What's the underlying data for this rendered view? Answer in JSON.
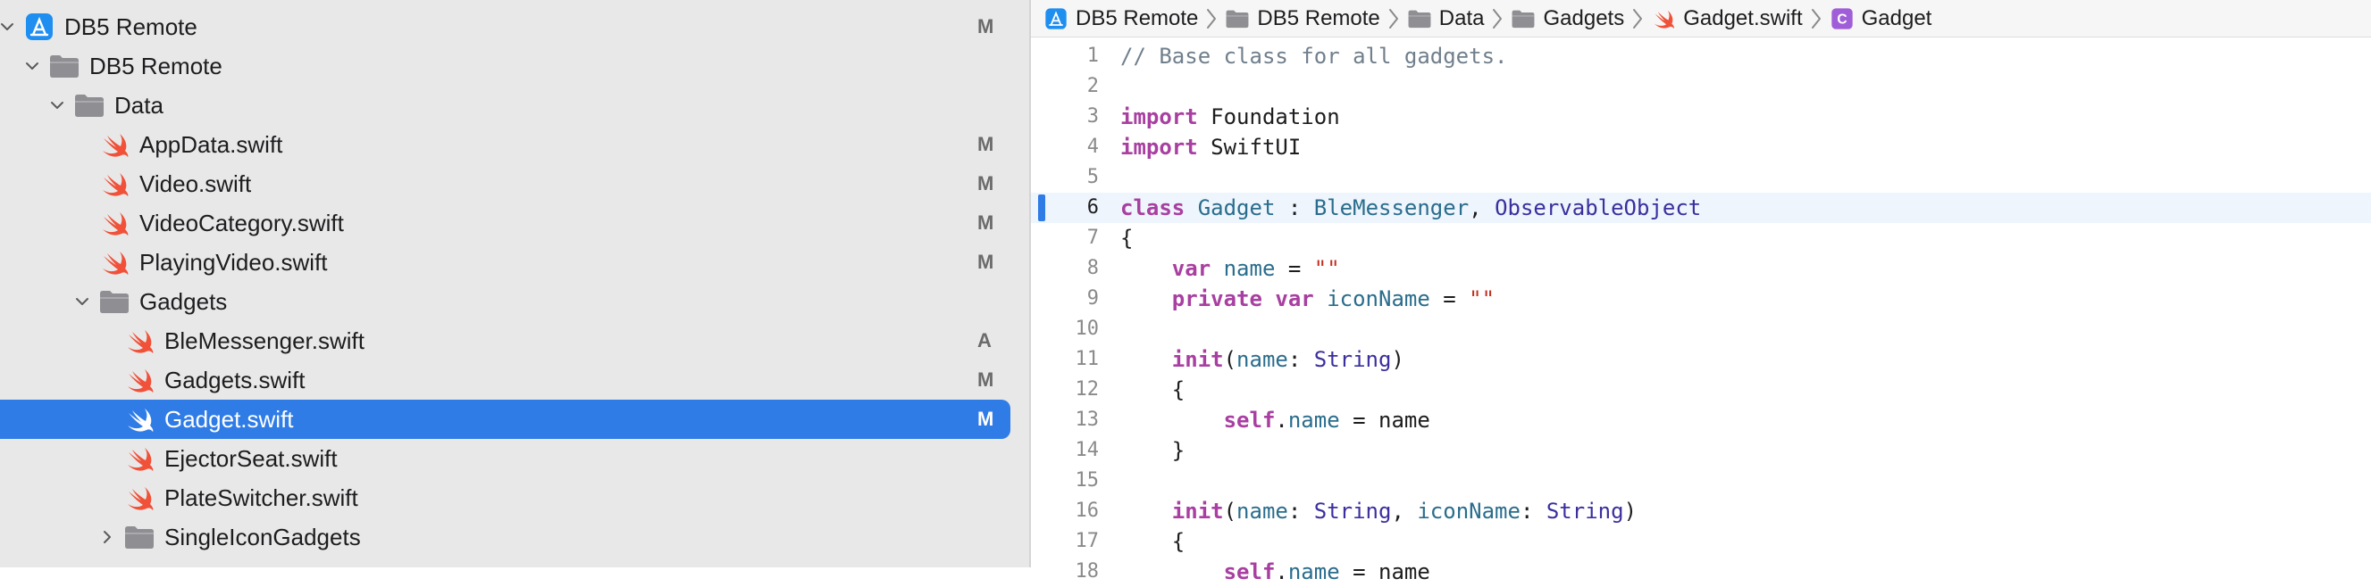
{
  "navigator": {
    "rows": [
      {
        "label": "DB5 Remote",
        "icon": "app-icon",
        "indent": 0,
        "chevron": "down",
        "status": "M",
        "selected": false
      },
      {
        "label": "DB5 Remote",
        "icon": "folder-icon",
        "indent": 1,
        "chevron": "down",
        "status": "",
        "selected": false
      },
      {
        "label": "Data",
        "icon": "folder-icon",
        "indent": 2,
        "chevron": "down",
        "status": "",
        "selected": false
      },
      {
        "label": "AppData.swift",
        "icon": "swift-file-icon",
        "indent": 3,
        "chevron": "none",
        "status": "M",
        "selected": false
      },
      {
        "label": "Video.swift",
        "icon": "swift-file-icon",
        "indent": 3,
        "chevron": "none",
        "status": "M",
        "selected": false
      },
      {
        "label": "VideoCategory.swift",
        "icon": "swift-file-icon",
        "indent": 3,
        "chevron": "none",
        "status": "M",
        "selected": false
      },
      {
        "label": "PlayingVideo.swift",
        "icon": "swift-file-icon",
        "indent": 3,
        "chevron": "none",
        "status": "M",
        "selected": false
      },
      {
        "label": "Gadgets",
        "icon": "folder-icon",
        "indent": 3,
        "chevron": "down",
        "status": "",
        "selected": false
      },
      {
        "label": "BleMessenger.swift",
        "icon": "swift-file-icon",
        "indent": 4,
        "chevron": "none",
        "status": "A",
        "selected": false
      },
      {
        "label": "Gadgets.swift",
        "icon": "swift-file-icon",
        "indent": 4,
        "chevron": "none",
        "status": "M",
        "selected": false
      },
      {
        "label": "Gadget.swift",
        "icon": "swift-file-icon",
        "indent": 4,
        "chevron": "none",
        "status": "M",
        "selected": true
      },
      {
        "label": "EjectorSeat.swift",
        "icon": "swift-file-icon",
        "indent": 4,
        "chevron": "none",
        "status": "",
        "selected": false
      },
      {
        "label": "PlateSwitcher.swift",
        "icon": "swift-file-icon",
        "indent": 4,
        "chevron": "none",
        "status": "",
        "selected": false
      },
      {
        "label": "SingleIconGadgets",
        "icon": "folder-icon",
        "indent": 4,
        "chevron": "right",
        "status": "",
        "selected": false
      }
    ]
  },
  "jumpbar": {
    "crumbs": [
      {
        "label": "DB5 Remote",
        "icon": "app-icon"
      },
      {
        "label": "DB5 Remote",
        "icon": "folder-icon"
      },
      {
        "label": "Data",
        "icon": "folder-icon"
      },
      {
        "label": "Gadgets",
        "icon": "folder-icon"
      },
      {
        "label": "Gadget.swift",
        "icon": "swift-file-icon"
      },
      {
        "label": "Gadget",
        "icon": "class-icon"
      }
    ]
  },
  "editor": {
    "current_line": 6,
    "lines": [
      {
        "num": "1",
        "tokens": [
          [
            "cmt",
            "// Base class for all gadgets."
          ]
        ]
      },
      {
        "num": "2",
        "tokens": []
      },
      {
        "num": "3",
        "tokens": [
          [
            "kw",
            "import"
          ],
          [
            "plain",
            " Foundation"
          ]
        ]
      },
      {
        "num": "4",
        "tokens": [
          [
            "kw",
            "import"
          ],
          [
            "plain",
            " SwiftUI"
          ]
        ]
      },
      {
        "num": "5",
        "tokens": []
      },
      {
        "num": "6",
        "tokens": [
          [
            "kw",
            "class"
          ],
          [
            "plain",
            " "
          ],
          [
            "ident",
            "Gadget"
          ],
          [
            "plain",
            " : "
          ],
          [
            "ident",
            "BleMessenger"
          ],
          [
            "plain",
            ", "
          ],
          [
            "type",
            "ObservableObject"
          ]
        ]
      },
      {
        "num": "7",
        "tokens": [
          [
            "plain",
            "{"
          ]
        ]
      },
      {
        "num": "8",
        "tokens": [
          [
            "plain",
            "    "
          ],
          [
            "kw",
            "var"
          ],
          [
            "plain",
            " "
          ],
          [
            "ident",
            "name"
          ],
          [
            "plain",
            " = "
          ],
          [
            "str",
            "\"\""
          ]
        ]
      },
      {
        "num": "9",
        "tokens": [
          [
            "plain",
            "    "
          ],
          [
            "kw",
            "private var"
          ],
          [
            "plain",
            " "
          ],
          [
            "ident",
            "iconName"
          ],
          [
            "plain",
            " = "
          ],
          [
            "str",
            "\"\""
          ]
        ]
      },
      {
        "num": "10",
        "tokens": []
      },
      {
        "num": "11",
        "tokens": [
          [
            "plain",
            "    "
          ],
          [
            "kw",
            "init"
          ],
          [
            "plain",
            "("
          ],
          [
            "ident",
            "name"
          ],
          [
            "plain",
            ": "
          ],
          [
            "type",
            "String"
          ],
          [
            "plain",
            ")"
          ]
        ]
      },
      {
        "num": "12",
        "tokens": [
          [
            "plain",
            "    {"
          ]
        ]
      },
      {
        "num": "13",
        "tokens": [
          [
            "plain",
            "        "
          ],
          [
            "kw",
            "self"
          ],
          [
            "plain",
            "."
          ],
          [
            "ident",
            "name"
          ],
          [
            "plain",
            " = name"
          ]
        ]
      },
      {
        "num": "14",
        "tokens": [
          [
            "plain",
            "    }"
          ]
        ]
      },
      {
        "num": "15",
        "tokens": []
      },
      {
        "num": "16",
        "tokens": [
          [
            "plain",
            "    "
          ],
          [
            "kw",
            "init"
          ],
          [
            "plain",
            "("
          ],
          [
            "ident",
            "name"
          ],
          [
            "plain",
            ": "
          ],
          [
            "type",
            "String"
          ],
          [
            "plain",
            ", "
          ],
          [
            "ident",
            "iconName"
          ],
          [
            "plain",
            ": "
          ],
          [
            "type",
            "String"
          ],
          [
            "plain",
            ")"
          ]
        ]
      },
      {
        "num": "17",
        "tokens": [
          [
            "plain",
            "    {"
          ]
        ]
      },
      {
        "num": "18",
        "tokens": [
          [
            "plain",
            "        "
          ],
          [
            "kw",
            "self"
          ],
          [
            "plain",
            "."
          ],
          [
            "ident",
            "name"
          ],
          [
            "plain",
            " = name"
          ]
        ]
      }
    ]
  },
  "colors": {
    "selection": "#2f7ce6",
    "keyword": "#a83fa1",
    "type": "#3b2f9e",
    "identifier": "#2a6d8c",
    "string": "#c42e1f",
    "comment": "#707f8c",
    "swift_icon": "#f05138",
    "folder_icon": "#8e8e93",
    "class_icon": "#a05dd8"
  }
}
